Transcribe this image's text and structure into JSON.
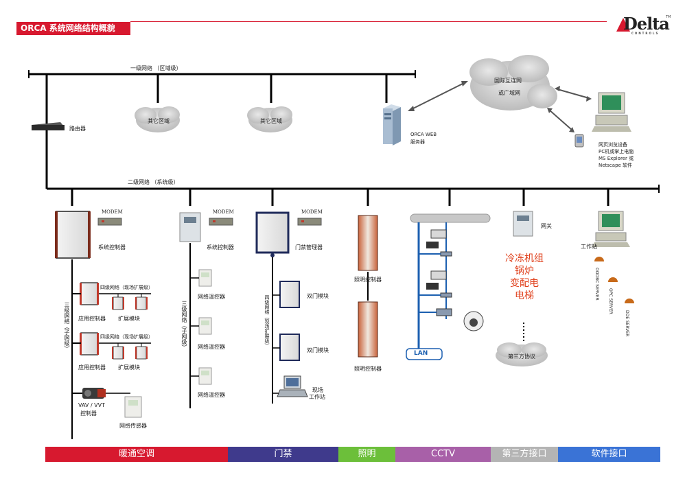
{
  "header": {
    "title": "ORCA 系统网络结构概貌",
    "logo_text": "Delta",
    "logo_sub": "CONTROLS",
    "logo_tm": "TM"
  },
  "networks": {
    "level1": "一级网络 （区域级）",
    "level2": "二级网络 （系统级）",
    "level3_a": "三级网络（子网级）",
    "level3_b": "三级网络（子网级）",
    "level4_a": "四级网络（现场扩展级）",
    "level4_b": "四级网络（现场扩展级）",
    "level4_c": "四级网络（现场扩展级）"
  },
  "clouds": {
    "other_zone_1": "其它区域",
    "other_zone_2": "其它区域",
    "internet_line1": "国际互连网",
    "internet_line2": "或广域网",
    "third_party": "第三方协议"
  },
  "devices": {
    "router": "路由器",
    "web_server_line1": "ORCA WEB",
    "web_server_line2": "服务器",
    "browser_line1": "网页浏览设备",
    "browser_line2": "PC机或掌上电脑",
    "browser_line3": "MS Explorer 或",
    "browser_line4": "Netscape 软件",
    "modem1": "MODEM",
    "modem2": "MODEM",
    "modem3": "MODEM",
    "system_controller_1": "系统控制器",
    "system_controller_2": "系统控制器",
    "access_manager": "门禁管理器",
    "lighting_controller_1": "照明控制器",
    "lighting_controller_2": "照明控制器",
    "gateway": "网关",
    "workstation": "工作站",
    "app_controller_1": "应用控制器",
    "app_controller_2": "应用控制器",
    "expansion_1": "扩展模块",
    "expansion_2": "扩展模块",
    "vav_line1": "VAV / VVT",
    "vav_line2": "控制器",
    "net_sensor": "网络传感器",
    "net_temp_1": "网络温控器",
    "net_temp_2": "网络温控器",
    "net_temp_3": "网络温控器",
    "double_door_1": "双门模块",
    "double_door_2": "双门模块",
    "field_ws_line1": "现场",
    "field_ws_line2": "工作站",
    "lan": "LAN",
    "oodbc": "OODBC SERVER",
    "opc": "OPC SERVER",
    "dde": "DDE SERVER"
  },
  "third_party_systems": [
    "冷冻机组",
    "锅炉",
    "变配电",
    "电梯"
  ],
  "categories": [
    {
      "label": "暖通空调",
      "color": "#d7192f"
    },
    {
      "label": "门禁",
      "color": "#3f3a8c"
    },
    {
      "label": "照明",
      "color": "#6cbf3a"
    },
    {
      "label": "CCTV",
      "color": "#a860a8"
    },
    {
      "label": "第三方接口",
      "color": "#b4b4b4"
    },
    {
      "label": "软件接口",
      "color": "#3a73d6"
    }
  ]
}
